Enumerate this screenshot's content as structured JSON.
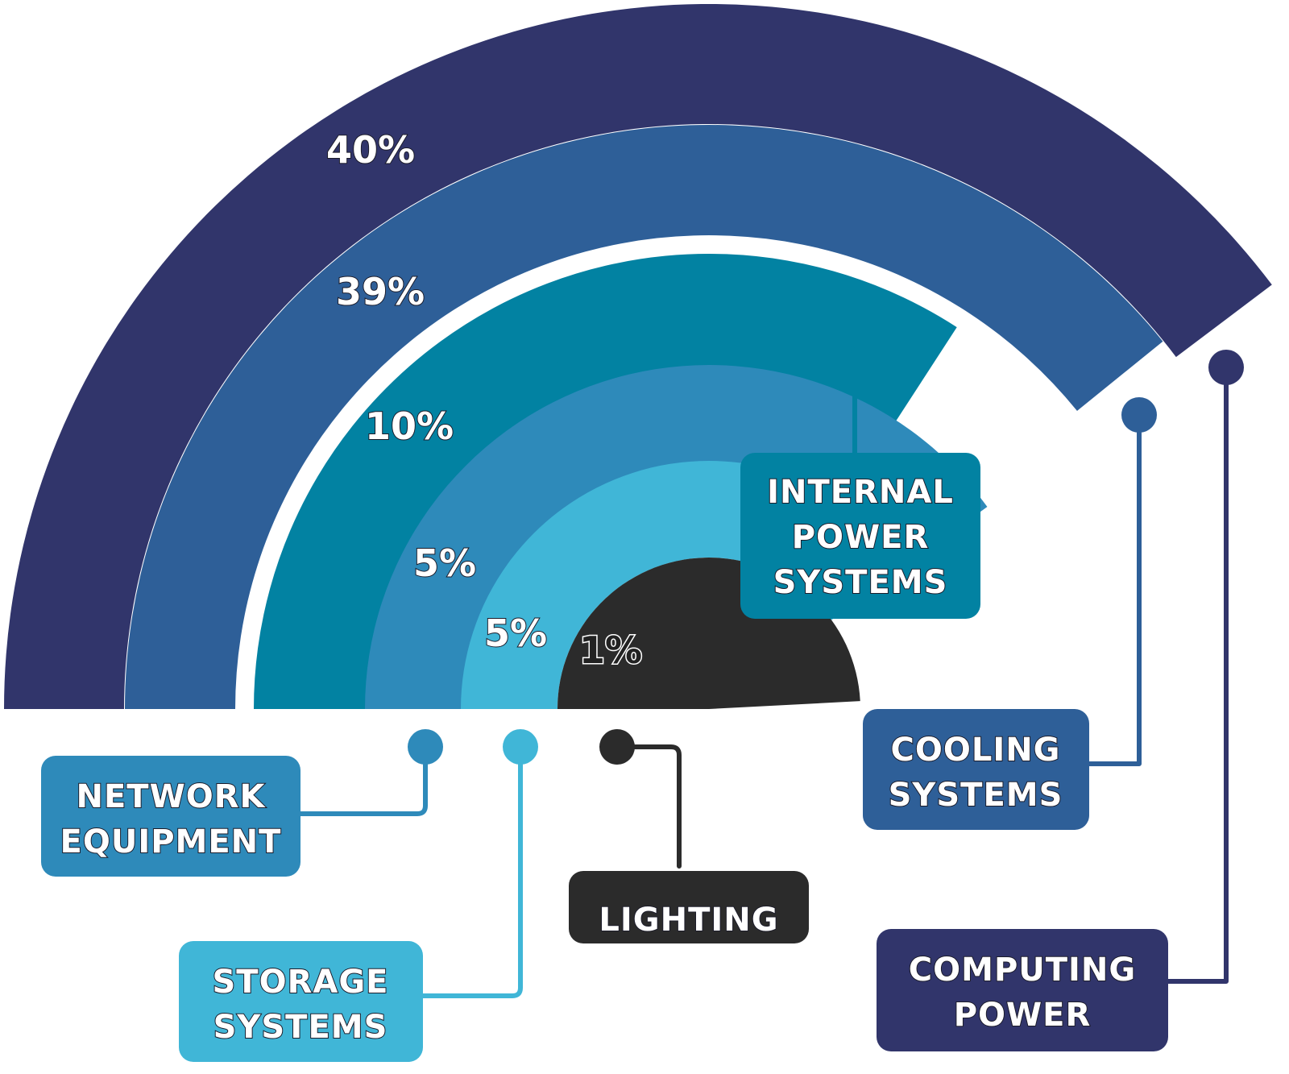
{
  "chart_data": {
    "type": "pie",
    "title": "",
    "slices": [
      {
        "name": "COMPUTING POWER",
        "lines": [
          "COMPUTING",
          "POWER"
        ],
        "value": 40,
        "label": "40%",
        "color": "#31356b"
      },
      {
        "name": "COOLING SYSTEMS",
        "lines": [
          "COOLING",
          "SYSTEMS"
        ],
        "value": 39,
        "label": "39%",
        "color": "#2e5f98"
      },
      {
        "name": "INTERNAL POWER SYSTEMS",
        "lines": [
          "INTERNAL",
          "POWER",
          "SYSTEMS"
        ],
        "value": 10,
        "label": "10%",
        "color": "#0282a2"
      },
      {
        "name": "NETWORK EQUIPMENT",
        "lines": [
          "NETWORK",
          "EQUIPMENT"
        ],
        "value": 5,
        "label": "5%",
        "color": "#2e8aba"
      },
      {
        "name": "STORAGE SYSTEMS",
        "lines": [
          "STORAGE",
          "SYSTEMS"
        ],
        "value": 5,
        "label": "5%",
        "color": "#40b6d7"
      },
      {
        "name": "LIGHTING",
        "lines": [
          "LIGHTING"
        ],
        "value": 1,
        "label": "1%",
        "color": "#2b2b2b"
      }
    ]
  }
}
